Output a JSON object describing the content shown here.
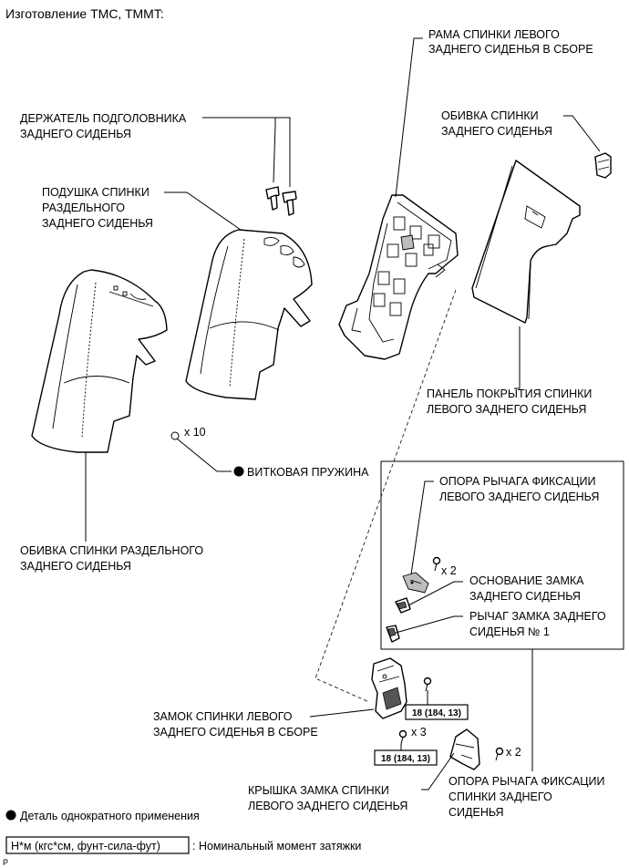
{
  "title": "Изготовление TMC, TMMT:",
  "labels": {
    "frame": [
      "РАМА СПИНКИ ЛЕВОГО",
      "ЗАДНЕГО СИДЕНЬЯ В СБОРЕ"
    ],
    "headrest_holder": [
      "ДЕРЖАТЕЛЬ ПОДГОЛОВНИКА",
      "ЗАДНЕГО СИДЕНЬЯ"
    ],
    "back_cover": [
      "ОБИВКА СПИНКИ",
      "ЗАДНЕГО СИДЕНЬЯ"
    ],
    "pad": [
      "ПОДУШКА СПИНКИ",
      "РАЗДЕЛЬНОГО",
      "ЗАДНЕГО СИДЕНЬЯ"
    ],
    "board": [
      "ПАНЕЛЬ ПОКРЫТИЯ СПИНКИ",
      "ЛЕВОГО ЗАДНЕГО СИДЕНЬЯ"
    ],
    "spring": "ВИТКОВАЯ ПРУЖИНА",
    "split_cover": [
      "ОБИВКА СПИНКИ РАЗДЕЛЬНОГО",
      "ЗАДНЕГО СИДЕНЬЯ"
    ],
    "lock_lever_support": [
      "ОПОРА РЫЧАГА ФИКСАЦИИ",
      "ЛЕВОГО ЗАДНЕГО СИДЕНЬЯ"
    ],
    "lock_base": [
      "ОСНОВАНИЕ ЗАМКА",
      "ЗАДНЕГО СИДЕНЬЯ"
    ],
    "lock_lever": [
      "РЫЧАГ ЗАМКА ЗАДНЕГО",
      "СИДЕНЬЯ № 1"
    ],
    "lock_assy": [
      "ЗАМОК СПИНКИ ЛЕВОГО",
      "ЗАДНЕГО СИДЕНЬЯ В СБОРЕ"
    ],
    "lock_cover": [
      "КРЫШКА ЗАМКА СПИНКИ",
      "ЛЕВОГО ЗАДНЕГО СИДЕНЬЯ"
    ],
    "back_lever_support": [
      "ОПОРА РЫЧАГА ФИКСАЦИИ",
      "СПИНКИ ЗАДНЕГО",
      "СИДЕНЬЯ"
    ]
  },
  "quantities": {
    "spring": "x 10",
    "support_bolt": "x 2",
    "lock_bolt": "x 3",
    "cover_bolt": "x 2"
  },
  "torque": {
    "upper": "18 (184, 13)",
    "lower": "18 (184, 13)"
  },
  "legend": {
    "one_time": "Деталь однократного применения",
    "torque_box": "Н*м (кгс*см, фунт-сила-фут)",
    "torque_text": ": Номинальный момент затяжки"
  },
  "corner_mark": "P"
}
